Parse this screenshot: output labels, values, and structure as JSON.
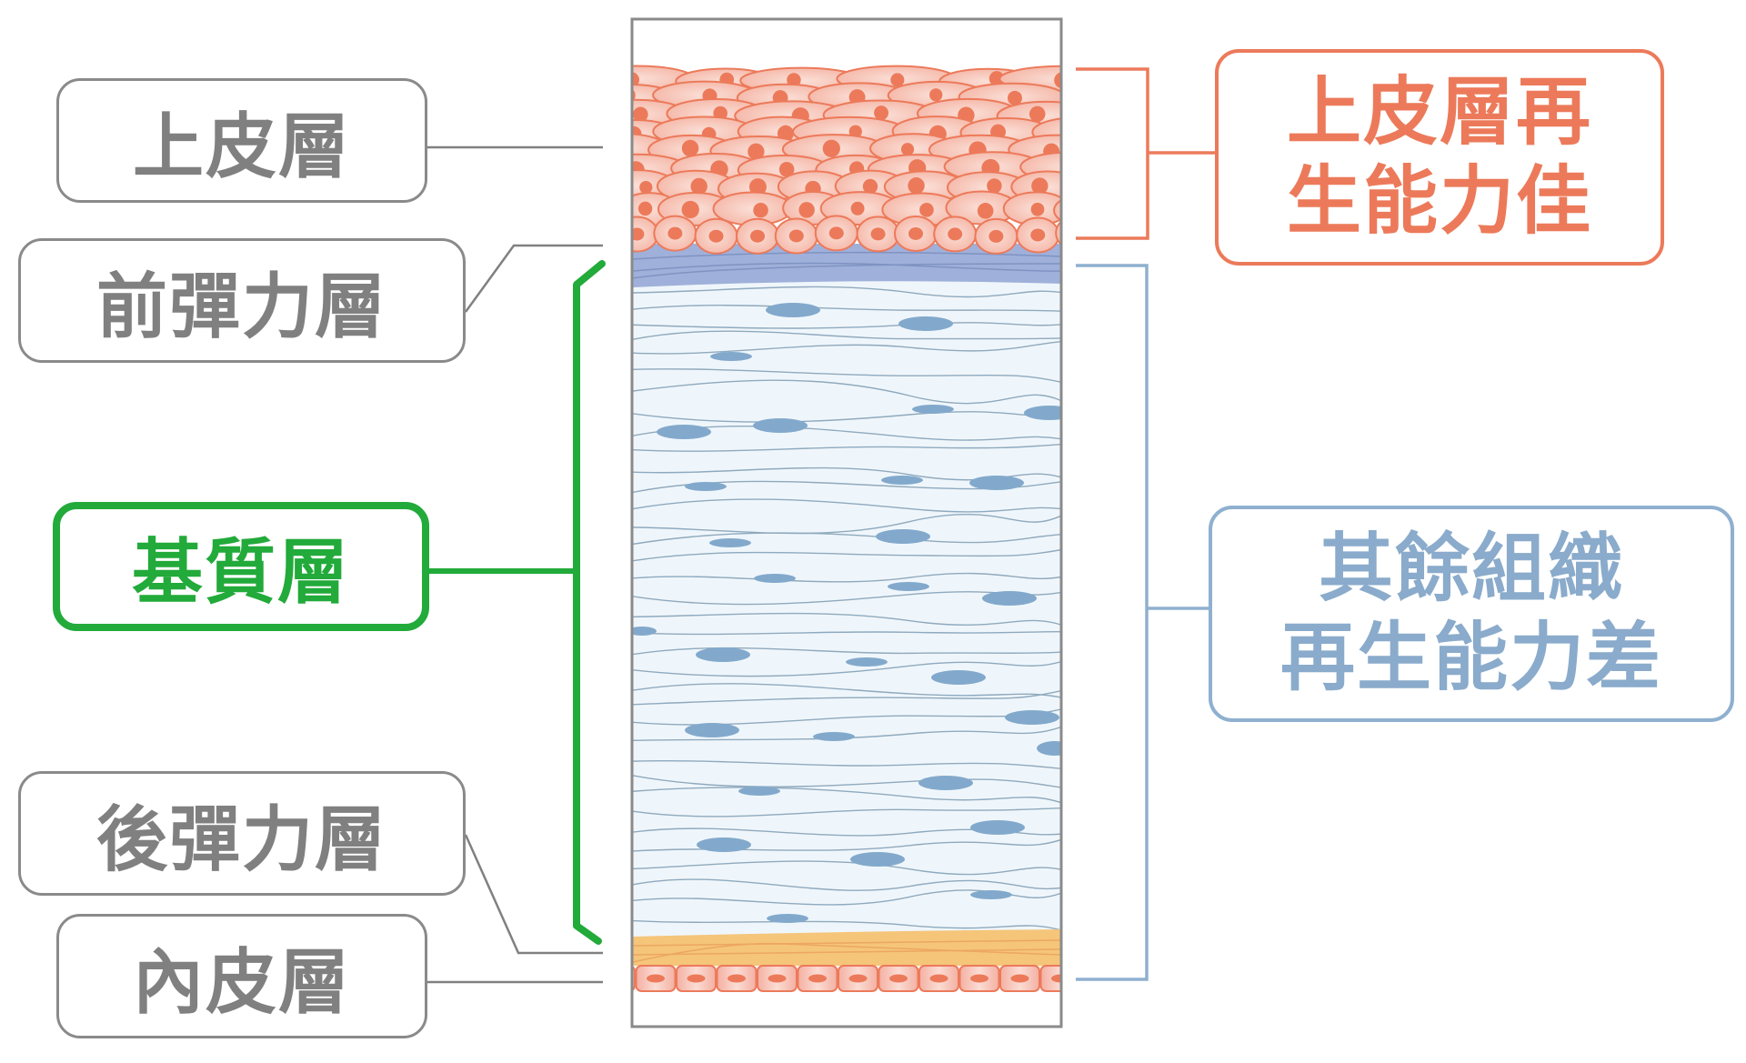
{
  "diagram": {
    "title": "Cornea layers regeneration diagram",
    "left_labels": {
      "epithelium": "上皮層",
      "bowman": "前彈力層",
      "stroma": "基質層",
      "descemet": "後彈力層",
      "endothelium": "內皮層"
    },
    "right_labels": {
      "epithelium_note": {
        "line1": "上皮層再",
        "line2": "生能力佳"
      },
      "other_note": {
        "line1": "其餘組織",
        "line2": "再生能力差"
      }
    },
    "colors": {
      "label_gray": "#808080",
      "stroma_green": "#22aa3a",
      "epithelium_orange": "#ec7a5a",
      "other_blue": "#8fb0cf",
      "cell_fill": "#f7c4b8",
      "cell_nucleus": "#ec7a5a",
      "bowman_purple": "#9fb0da",
      "stroma_bg": "#eff6fb",
      "keratocyte": "#82a9cc",
      "fiber": "#8fa9bd",
      "descemet_orange": "#f5c57a"
    }
  }
}
